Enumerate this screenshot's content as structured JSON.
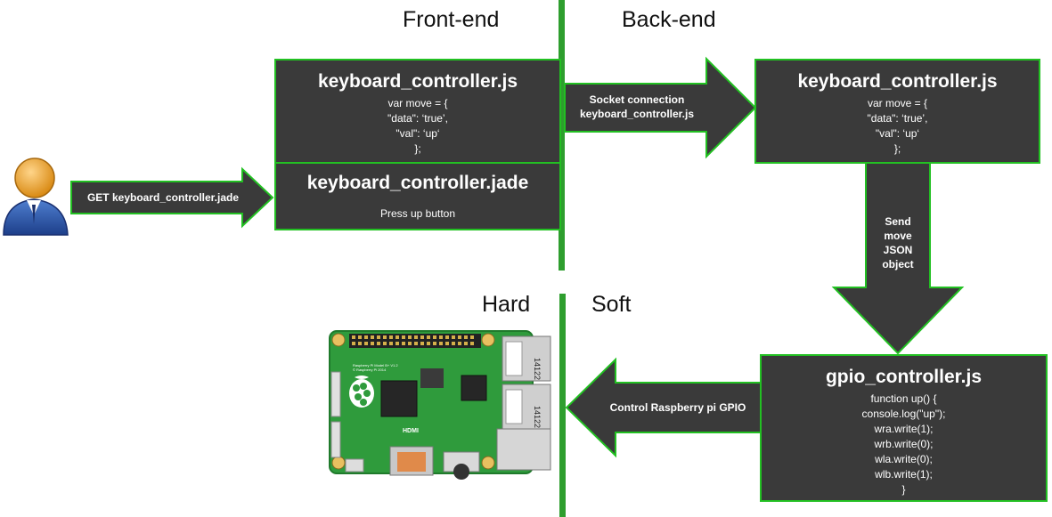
{
  "regions": {
    "front_end": "Front-end",
    "back_end": "Back-end",
    "hard": "Hard",
    "soft": "Soft"
  },
  "arrows": {
    "get_request": "GET keyboard_controller.jade",
    "socket": [
      "Socket connection",
      "keyboard_controller.js"
    ],
    "send_move": [
      "Send",
      "move",
      "JSON",
      "object"
    ],
    "control_gpio": "Control Raspberry pi GPIO"
  },
  "frontend_js": {
    "title": "keyboard_controller.js",
    "code": [
      "var move = {",
      "\"data\": ‘true’,",
      "\"val\": ‘up‘",
      "};"
    ]
  },
  "frontend_jade": {
    "title": "keyboard_controller.jade",
    "text": "Press up button"
  },
  "backend_js": {
    "title": "keyboard_controller.js",
    "code": [
      "var move = {",
      "\"data\": ‘true’,",
      "\"val\": ‘up‘",
      "};"
    ]
  },
  "gpio": {
    "title": "gpio_controller.js",
    "code": [
      "function up() {",
      "console.log(\"up\");",
      "wra.write(1);",
      "wrb.write(0);",
      "wla.write(0);",
      "wlb.write(1);",
      "}"
    ]
  },
  "board": {
    "usb_label_1": "14122",
    "usb_label_2": "14122",
    "hdmi": "HDMI",
    "model": "Raspberry Pi Model B+ V1.2",
    "copyright": "© Raspberry Pi 2014"
  },
  "colors": {
    "box_fill": "#3a3a3a",
    "accent_green": "#22c022",
    "divider_green": "#2e9e2e",
    "board_green": "#2f9b3c"
  },
  "icons": [
    "user-icon",
    "raspberry-pi-board-image"
  ]
}
